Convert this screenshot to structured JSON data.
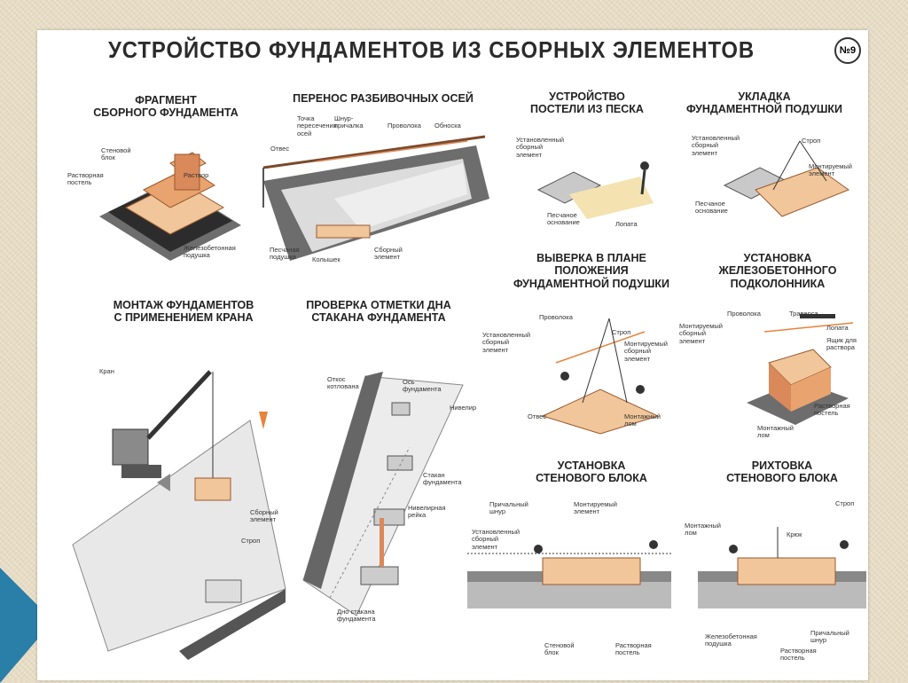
{
  "title": "УСТРОЙСТВО ФУНДАМЕНТОВ ИЗ СБОРНЫХ ЭЛЕМЕНТОВ",
  "number": "№9",
  "sections": {
    "s1": {
      "title": "ФРАГМЕНТ\nСБОРНОГО ФУНДАМЕНТА",
      "labels": [
        "Стеновой блок",
        "Раствор",
        "Растворная постель",
        "Железобетонная подушка"
      ]
    },
    "s2": {
      "title": "ПЕРЕНОС РАЗБИВОЧНЫХ ОСЕЙ",
      "labels": [
        "Точка пересечения осей",
        "Шнур-причалка",
        "Проволока",
        "Обноска",
        "Отвес",
        "Песчаная подушка",
        "Колышек",
        "Сборный элемент"
      ]
    },
    "s3": {
      "title": "УСТРОЙСТВО\nПОСТЕЛИ ИЗ ПЕСКА",
      "labels": [
        "Установленный сборный элемент",
        "Песчаное основание",
        "Лопата"
      ]
    },
    "s4": {
      "title": "УКЛАДКА\nФУНДАМЕНТНОЙ ПОДУШКИ",
      "labels": [
        "Установленный сборный элемент",
        "Строп",
        "Монтируемый элемент",
        "Песчаное основание"
      ]
    },
    "s5": {
      "title": "МОНТАЖ ФУНДАМЕНТОВ\nС ПРИМЕНЕНИЕМ КРАНА",
      "labels": [
        "Кран",
        "Сборный элемент",
        "Строп"
      ]
    },
    "s6": {
      "title": "ПРОВЕРКА ОТМЕТКИ ДНА\nСТАКАНА ФУНДАМЕНТА",
      "labels": [
        "Откос котлована",
        "Ось фундамента",
        "Нивелир",
        "Стакан фундамента",
        "Нивелирная рейка",
        "Дно стакана фундамента"
      ]
    },
    "s7": {
      "title": "ВЫВЕРКА В ПЛАНЕ\nПОЛОЖЕНИЯ\nФУНДАМЕНТНОЙ ПОДУШКИ",
      "labels": [
        "Проволока",
        "Строп",
        "Установленный сборный элемент",
        "Монтируемый сборный элемент",
        "Отвес",
        "Монтажный лом"
      ]
    },
    "s8": {
      "title": "УСТАНОВКА\nЖЕЛЕЗОБЕТОННОГО\nПОДКОЛОННИКА",
      "labels": [
        "Проволока",
        "Траверса",
        "Монтируемый сборный элемент",
        "Лопата",
        "Ящик для раствора",
        "Растворная постель",
        "Монтажный лом"
      ]
    },
    "s9": {
      "title": "УСТАНОВКА\nСТЕНОВОГО БЛОКА",
      "labels": [
        "Причальный шнур",
        "Монтируемый элемент",
        "Установленный сборный элемент",
        "Стеновой блок",
        "Растворная постель"
      ]
    },
    "s10": {
      "title": "РИХТОВКА\nСТЕНОВОГО БЛОКА",
      "labels": [
        "Строп",
        "Монтажный лом",
        "Крюк",
        "Железобетонная подушка",
        "Причальный шнур",
        "Растворная постель"
      ]
    }
  },
  "colors": {
    "concrete": "#f0c69a",
    "concrete_dark": "#d9895a",
    "soil": "#8a8a8a",
    "accent": "#2a7fa8"
  }
}
